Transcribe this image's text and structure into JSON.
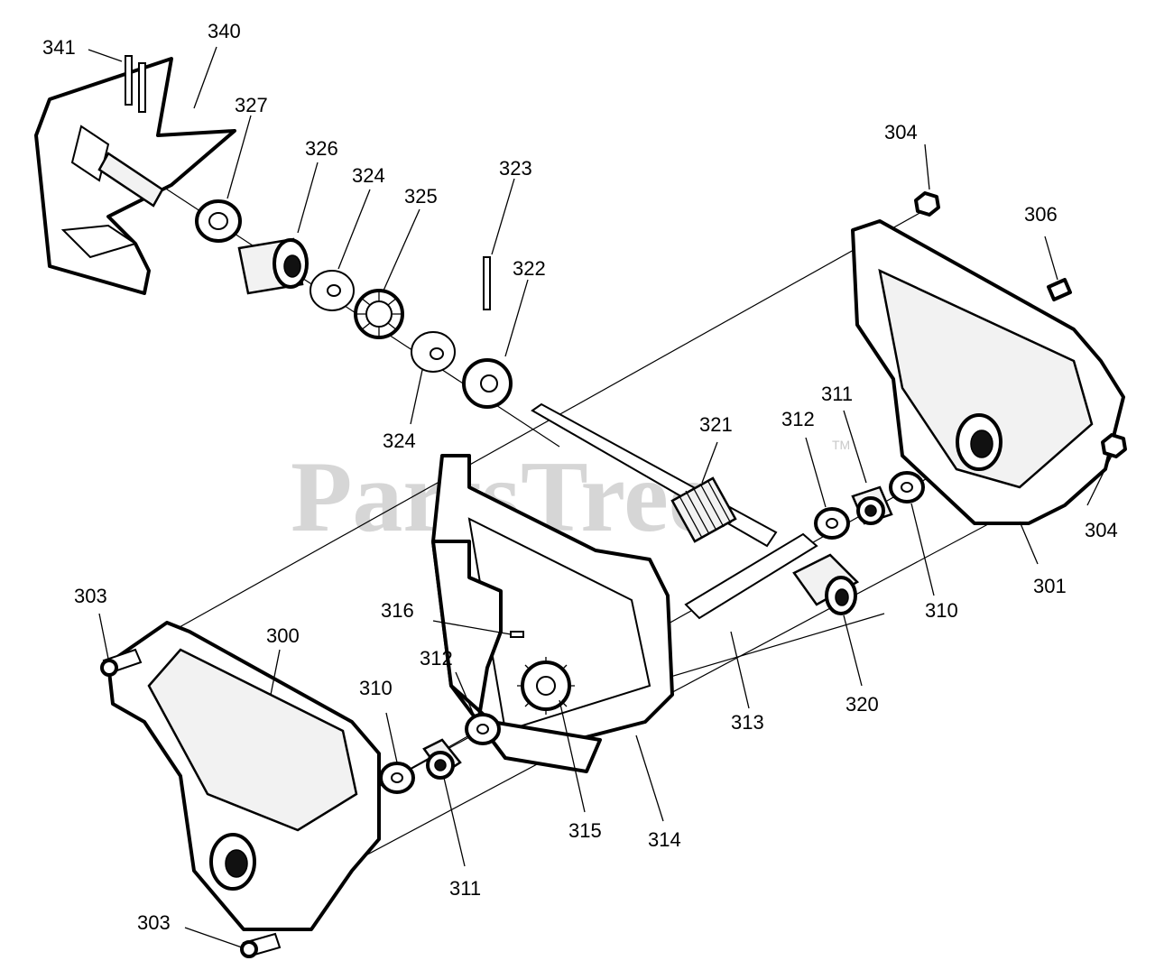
{
  "watermark": {
    "text": "PartsTree",
    "trademark": "TM"
  },
  "callouts": [
    {
      "id": "341",
      "label": "341"
    },
    {
      "id": "340",
      "label": "340"
    },
    {
      "id": "327",
      "label": "327"
    },
    {
      "id": "326",
      "label": "326"
    },
    {
      "id": "324a",
      "label": "324"
    },
    {
      "id": "325",
      "label": "325"
    },
    {
      "id": "323",
      "label": "323"
    },
    {
      "id": "322",
      "label": "322"
    },
    {
      "id": "324b",
      "label": "324"
    },
    {
      "id": "304a",
      "label": "304"
    },
    {
      "id": "306",
      "label": "306"
    },
    {
      "id": "321",
      "label": "321"
    },
    {
      "id": "312a",
      "label": "312"
    },
    {
      "id": "311a",
      "label": "311"
    },
    {
      "id": "304b",
      "label": "304"
    },
    {
      "id": "301",
      "label": "301"
    },
    {
      "id": "310a",
      "label": "310"
    },
    {
      "id": "303a",
      "label": "303"
    },
    {
      "id": "300",
      "label": "300"
    },
    {
      "id": "316",
      "label": "316"
    },
    {
      "id": "312b",
      "label": "312"
    },
    {
      "id": "310b",
      "label": "310"
    },
    {
      "id": "320",
      "label": "320"
    },
    {
      "id": "313",
      "label": "313"
    },
    {
      "id": "315",
      "label": "315"
    },
    {
      "id": "314",
      "label": "314"
    },
    {
      "id": "311b",
      "label": "311"
    },
    {
      "id": "303b",
      "label": "303"
    }
  ]
}
